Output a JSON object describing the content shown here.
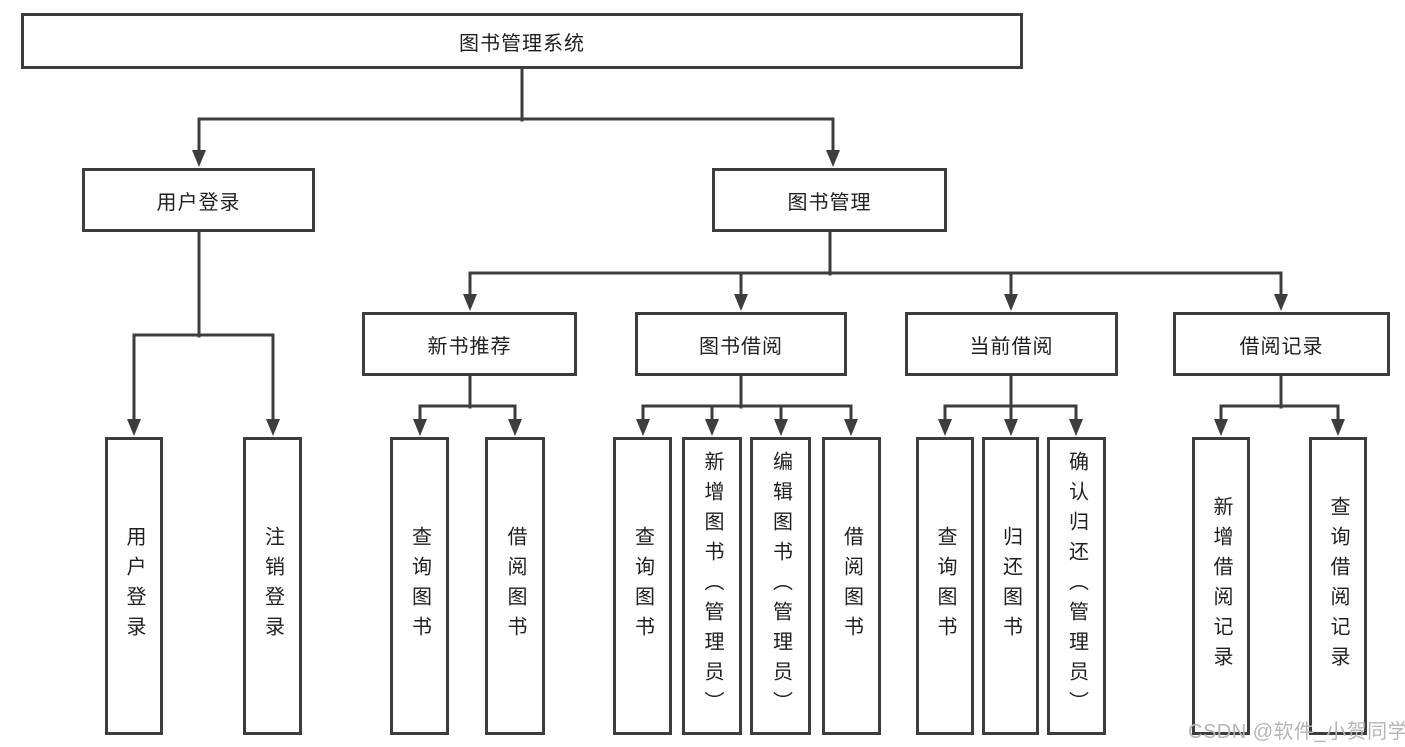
{
  "tree": {
    "root": {
      "label": "图书管理系统",
      "children": [
        {
          "label": "用户登录",
          "children": [
            {
              "label": "用户登录"
            },
            {
              "label": "注销登录"
            }
          ]
        },
        {
          "label": "图书管理",
          "children": [
            {
              "label": "新书推荐",
              "children": [
                {
                  "label": "查询图书"
                },
                {
                  "label": "借阅图书"
                }
              ]
            },
            {
              "label": "图书借阅",
              "children": [
                {
                  "label": "查询图书"
                },
                {
                  "label": "新增图书（管理员）"
                },
                {
                  "label": "编辑图书（管理员）"
                },
                {
                  "label": "借阅图书"
                }
              ]
            },
            {
              "label": "当前借阅",
              "children": [
                {
                  "label": "查询图书"
                },
                {
                  "label": "归还图书"
                },
                {
                  "label": "确认归还（管理员）"
                }
              ]
            },
            {
              "label": "借阅记录",
              "children": [
                {
                  "label": "新增借阅记录"
                },
                {
                  "label": "查询借阅记录"
                }
              ]
            }
          ]
        }
      ]
    }
  },
  "watermark": {
    "text": "CSDN @软件_小贺同学"
  },
  "colors": {
    "line": "#3d3d3d",
    "text": "#1f1f1f",
    "watermark": "#b5b5b5",
    "background": "#ffffff"
  }
}
